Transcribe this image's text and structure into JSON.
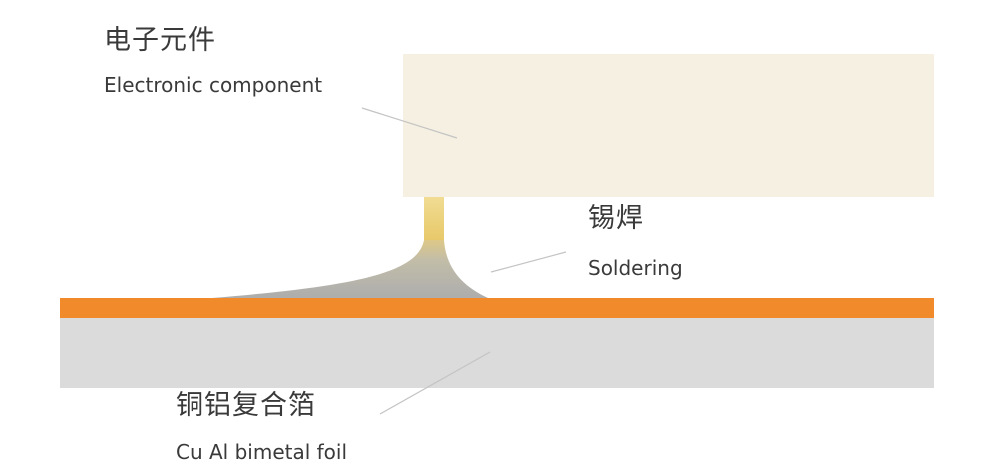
{
  "labels": {
    "component": {
      "zh": "电子元件",
      "en": "Electronic component"
    },
    "solder": {
      "zh": "锡焊",
      "en": "Soldering"
    },
    "foil": {
      "zh": "铜铝复合箔",
      "en": "Cu Al bimetal foil"
    }
  },
  "colors": {
    "component": "#f5f0e1",
    "copper_layer": "#f08a2a",
    "aluminum_layer": "#dbdbdb",
    "solder_gray": "#b9b9b9",
    "solder_gold": "#ecd27a",
    "leader_line": "#c4c4c4"
  }
}
